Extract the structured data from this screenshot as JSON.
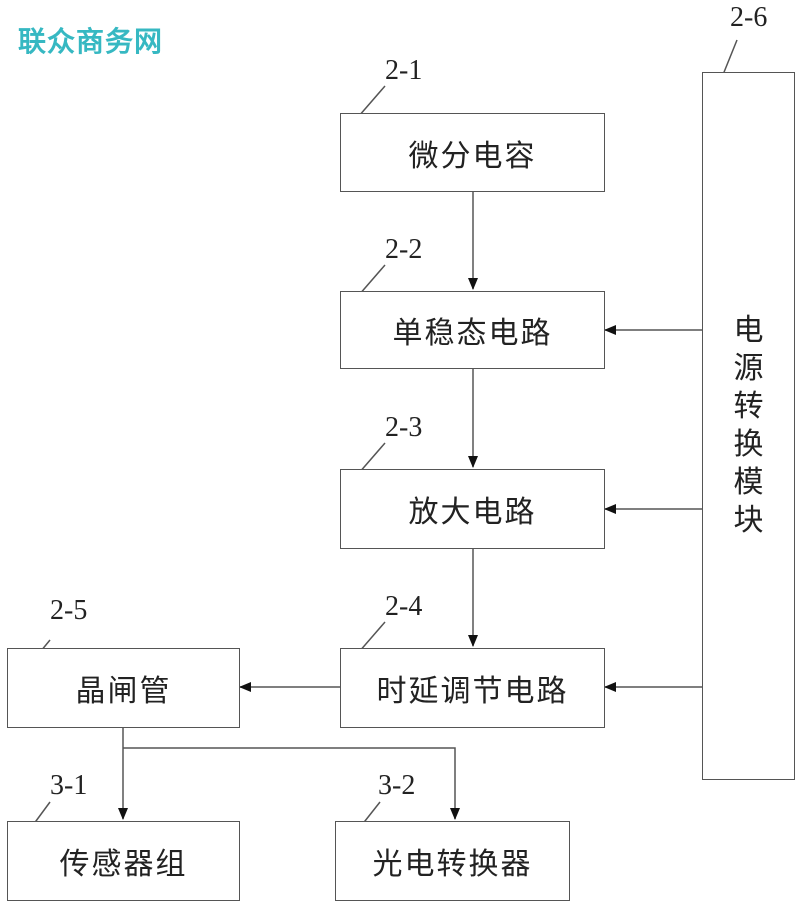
{
  "watermark": "联众商务网",
  "blocks": {
    "differential_capacitor": {
      "id": "2-1",
      "label": "微分电容"
    },
    "monostable_circuit": {
      "id": "2-2",
      "label": "单稳态电路"
    },
    "amplifier_circuit": {
      "id": "2-3",
      "label": "放大电路"
    },
    "delay_adjust_circuit": {
      "id": "2-4",
      "label": "时延调节电路"
    },
    "thyristor": {
      "id": "2-5",
      "label": "晶闸管"
    },
    "power_conversion_module": {
      "id": "2-6",
      "label": "电源转换模块",
      "chars": [
        "电",
        "源",
        "转",
        "换",
        "模",
        "块"
      ]
    },
    "sensor_group": {
      "id": "3-1",
      "label": "传感器组"
    },
    "photoelectric_converter": {
      "id": "3-2",
      "label": "光电转换器"
    }
  }
}
